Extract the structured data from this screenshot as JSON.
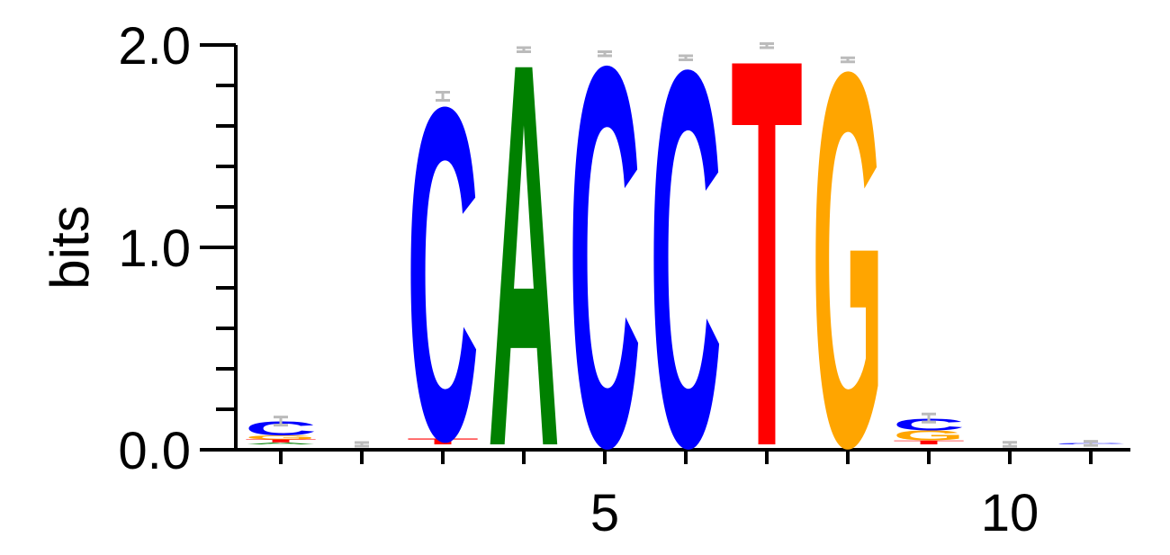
{
  "chart_data": {
    "type": "sequence-logo",
    "ylabel": "bits",
    "ylim": [
      0,
      2.0
    ],
    "y_ticks": [
      "0.0",
      "1.0",
      "2.0"
    ],
    "x_tick_labels": [
      "5",
      "10"
    ],
    "colors": {
      "A": "#008000",
      "C": "#0000ff",
      "G": "#ffa500",
      "T": "#ff0000",
      "error_bar": "#bbbbbb"
    },
    "positions": [
      {
        "pos": 1,
        "error": 0.02,
        "letters": [
          {
            "base": "A",
            "bits": 0.01
          },
          {
            "base": "T",
            "bits": 0.015
          },
          {
            "base": "G",
            "bits": 0.02
          },
          {
            "base": "C",
            "bits": 0.07
          }
        ]
      },
      {
        "pos": 2,
        "error": 0.0,
        "letters": []
      },
      {
        "pos": 3,
        "error": 0.02,
        "letters": [
          {
            "base": "T",
            "bits": 0.03
          },
          {
            "base": "C",
            "bits": 1.69
          }
        ]
      },
      {
        "pos": 4,
        "error": 0.01,
        "letters": [
          {
            "base": "A",
            "bits": 1.95
          }
        ]
      },
      {
        "pos": 5,
        "error": 0.01,
        "letters": [
          {
            "base": "C",
            "bits": 1.93
          }
        ]
      },
      {
        "pos": 6,
        "error": 0.01,
        "letters": [
          {
            "base": "C",
            "bits": 1.91
          }
        ]
      },
      {
        "pos": 7,
        "error": 0.01,
        "letters": [
          {
            "base": "T",
            "bits": 1.97
          }
        ]
      },
      {
        "pos": 8,
        "error": 0.01,
        "letters": [
          {
            "base": "G",
            "bits": 1.9
          }
        ]
      },
      {
        "pos": 9,
        "error": 0.02,
        "letters": [
          {
            "base": "T",
            "bits": 0.02
          },
          {
            "base": "G",
            "bits": 0.05
          },
          {
            "base": "C",
            "bits": 0.06
          }
        ]
      },
      {
        "pos": 10,
        "error": 0.01,
        "letters": []
      },
      {
        "pos": 11,
        "error": 0.01,
        "letters": [
          {
            "base": "C",
            "bits": 0.005
          }
        ]
      }
    ]
  }
}
